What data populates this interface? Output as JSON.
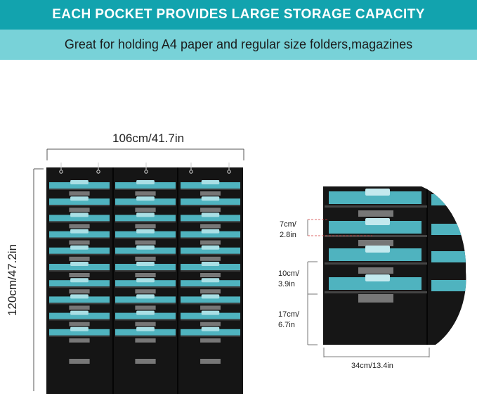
{
  "header": {
    "title": "EACH POCKET PROVIDES LARGE STORAGE CAPACITY",
    "subtitle": "Great for holding A4 paper and regular size folders,magazines"
  },
  "main_organizer": {
    "width_label": "106cm/41.7in",
    "height_label": "120cm/47.2in",
    "columns": 3,
    "rows": 10
  },
  "detail_view": {
    "pocket_gap_label": "7cm/\n2.8in",
    "pocket_height_label": "10cm/\n3.9in",
    "bottom_pocket_label": "17cm/\n6.7in",
    "width_label": "34cm/13.4in"
  },
  "colors": {
    "banner": "#12a3ae",
    "subbanner": "#78d2d8",
    "fabric": "#151515",
    "folder": "#4fb3bf"
  }
}
